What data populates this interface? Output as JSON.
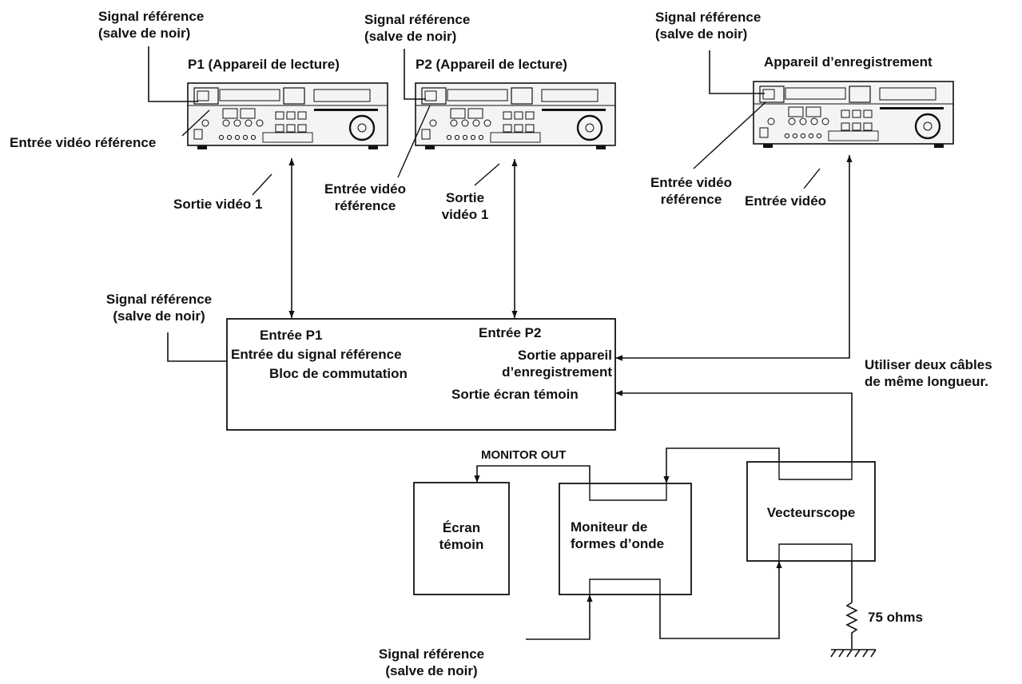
{
  "p1": {
    "title": "P1 (Appareil de lecture)",
    "ref_signal_1": "Signal référence",
    "ref_signal_2": "(salve de noir)",
    "ref_input": "Entrée vidéo référence",
    "video_out": "Sortie vidéo 1"
  },
  "p2": {
    "title": "P2 (Appareil de lecture)",
    "ref_signal_1": "Signal référence",
    "ref_signal_2": "(salve de noir)",
    "ref_input_1": "Entrée vidéo",
    "ref_input_2": "référence",
    "video_out_1": "Sortie",
    "video_out_2": "vidéo 1"
  },
  "recorder": {
    "title": "Appareil d’enregistrement",
    "ref_signal_1": "Signal référence",
    "ref_signal_2": "(salve de noir)",
    "ref_input_1": "Entrée vidéo",
    "ref_input_2": "référence",
    "video_in": "Entrée vidéo"
  },
  "switch_block": {
    "ext_ref_1": "Signal référence",
    "ext_ref_2": "(salve de noir)",
    "in_p1": "Entrée P1",
    "ref_in": "Entrée du signal référence",
    "name": "Bloc de commutation",
    "in_p2": "Entrée P2",
    "rec_out_1": "Sortie appareil",
    "rec_out_2": "d’enregistrement",
    "monitor_out": "Sortie écran témoin"
  },
  "cable_note_1": "Utiliser deux câbles",
  "cable_note_2": "de même longueur.",
  "monitor_out_label": "MONITOR OUT",
  "screen_1": "Écran",
  "screen_2": "témoin",
  "waveform_1": "Moniteur de",
  "waveform_2": "formes d’onde",
  "vectorscope": "Vecteurscope",
  "termination": "75 ohms",
  "bottom_ref_1": "Signal référence",
  "bottom_ref_2": "(salve de noir)"
}
